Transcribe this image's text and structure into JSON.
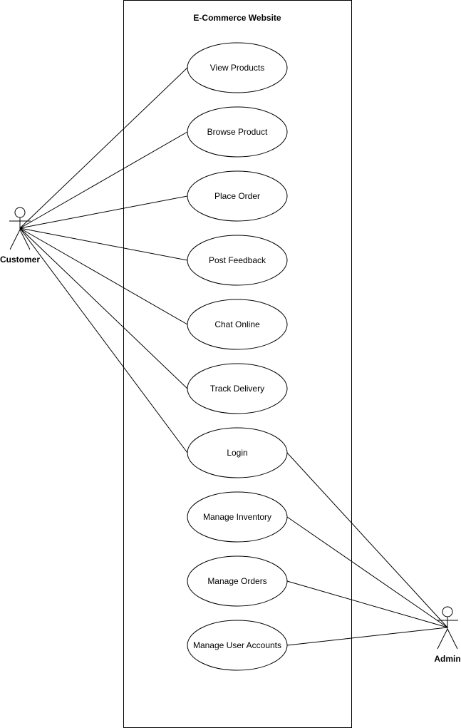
{
  "system": {
    "title": "E-Commerce Website"
  },
  "actors": {
    "customer": {
      "label": "Customer"
    },
    "admin": {
      "label": "Admin"
    }
  },
  "use_cases": [
    {
      "id": "view-products",
      "label": "View Products"
    },
    {
      "id": "browse-product",
      "label": "Browse Product"
    },
    {
      "id": "place-order",
      "label": "Place Order"
    },
    {
      "id": "post-feedback",
      "label": "Post Feedback"
    },
    {
      "id": "chat-online",
      "label": "Chat Online"
    },
    {
      "id": "track-delivery",
      "label": "Track Delivery"
    },
    {
      "id": "login",
      "label": "Login"
    },
    {
      "id": "manage-inventory",
      "label": "Manage Inventory"
    },
    {
      "id": "manage-orders",
      "label": "Manage Orders"
    },
    {
      "id": "manage-user-accounts",
      "label": "Manage User Accounts"
    }
  ],
  "associations": [
    {
      "actor": "customer",
      "use_case": "view-products"
    },
    {
      "actor": "customer",
      "use_case": "browse-product"
    },
    {
      "actor": "customer",
      "use_case": "place-order"
    },
    {
      "actor": "customer",
      "use_case": "post-feedback"
    },
    {
      "actor": "customer",
      "use_case": "chat-online"
    },
    {
      "actor": "customer",
      "use_case": "track-delivery"
    },
    {
      "actor": "customer",
      "use_case": "login"
    },
    {
      "actor": "admin",
      "use_case": "login"
    },
    {
      "actor": "admin",
      "use_case": "manage-inventory"
    },
    {
      "actor": "admin",
      "use_case": "manage-orders"
    },
    {
      "actor": "admin",
      "use_case": "manage-user-accounts"
    }
  ]
}
